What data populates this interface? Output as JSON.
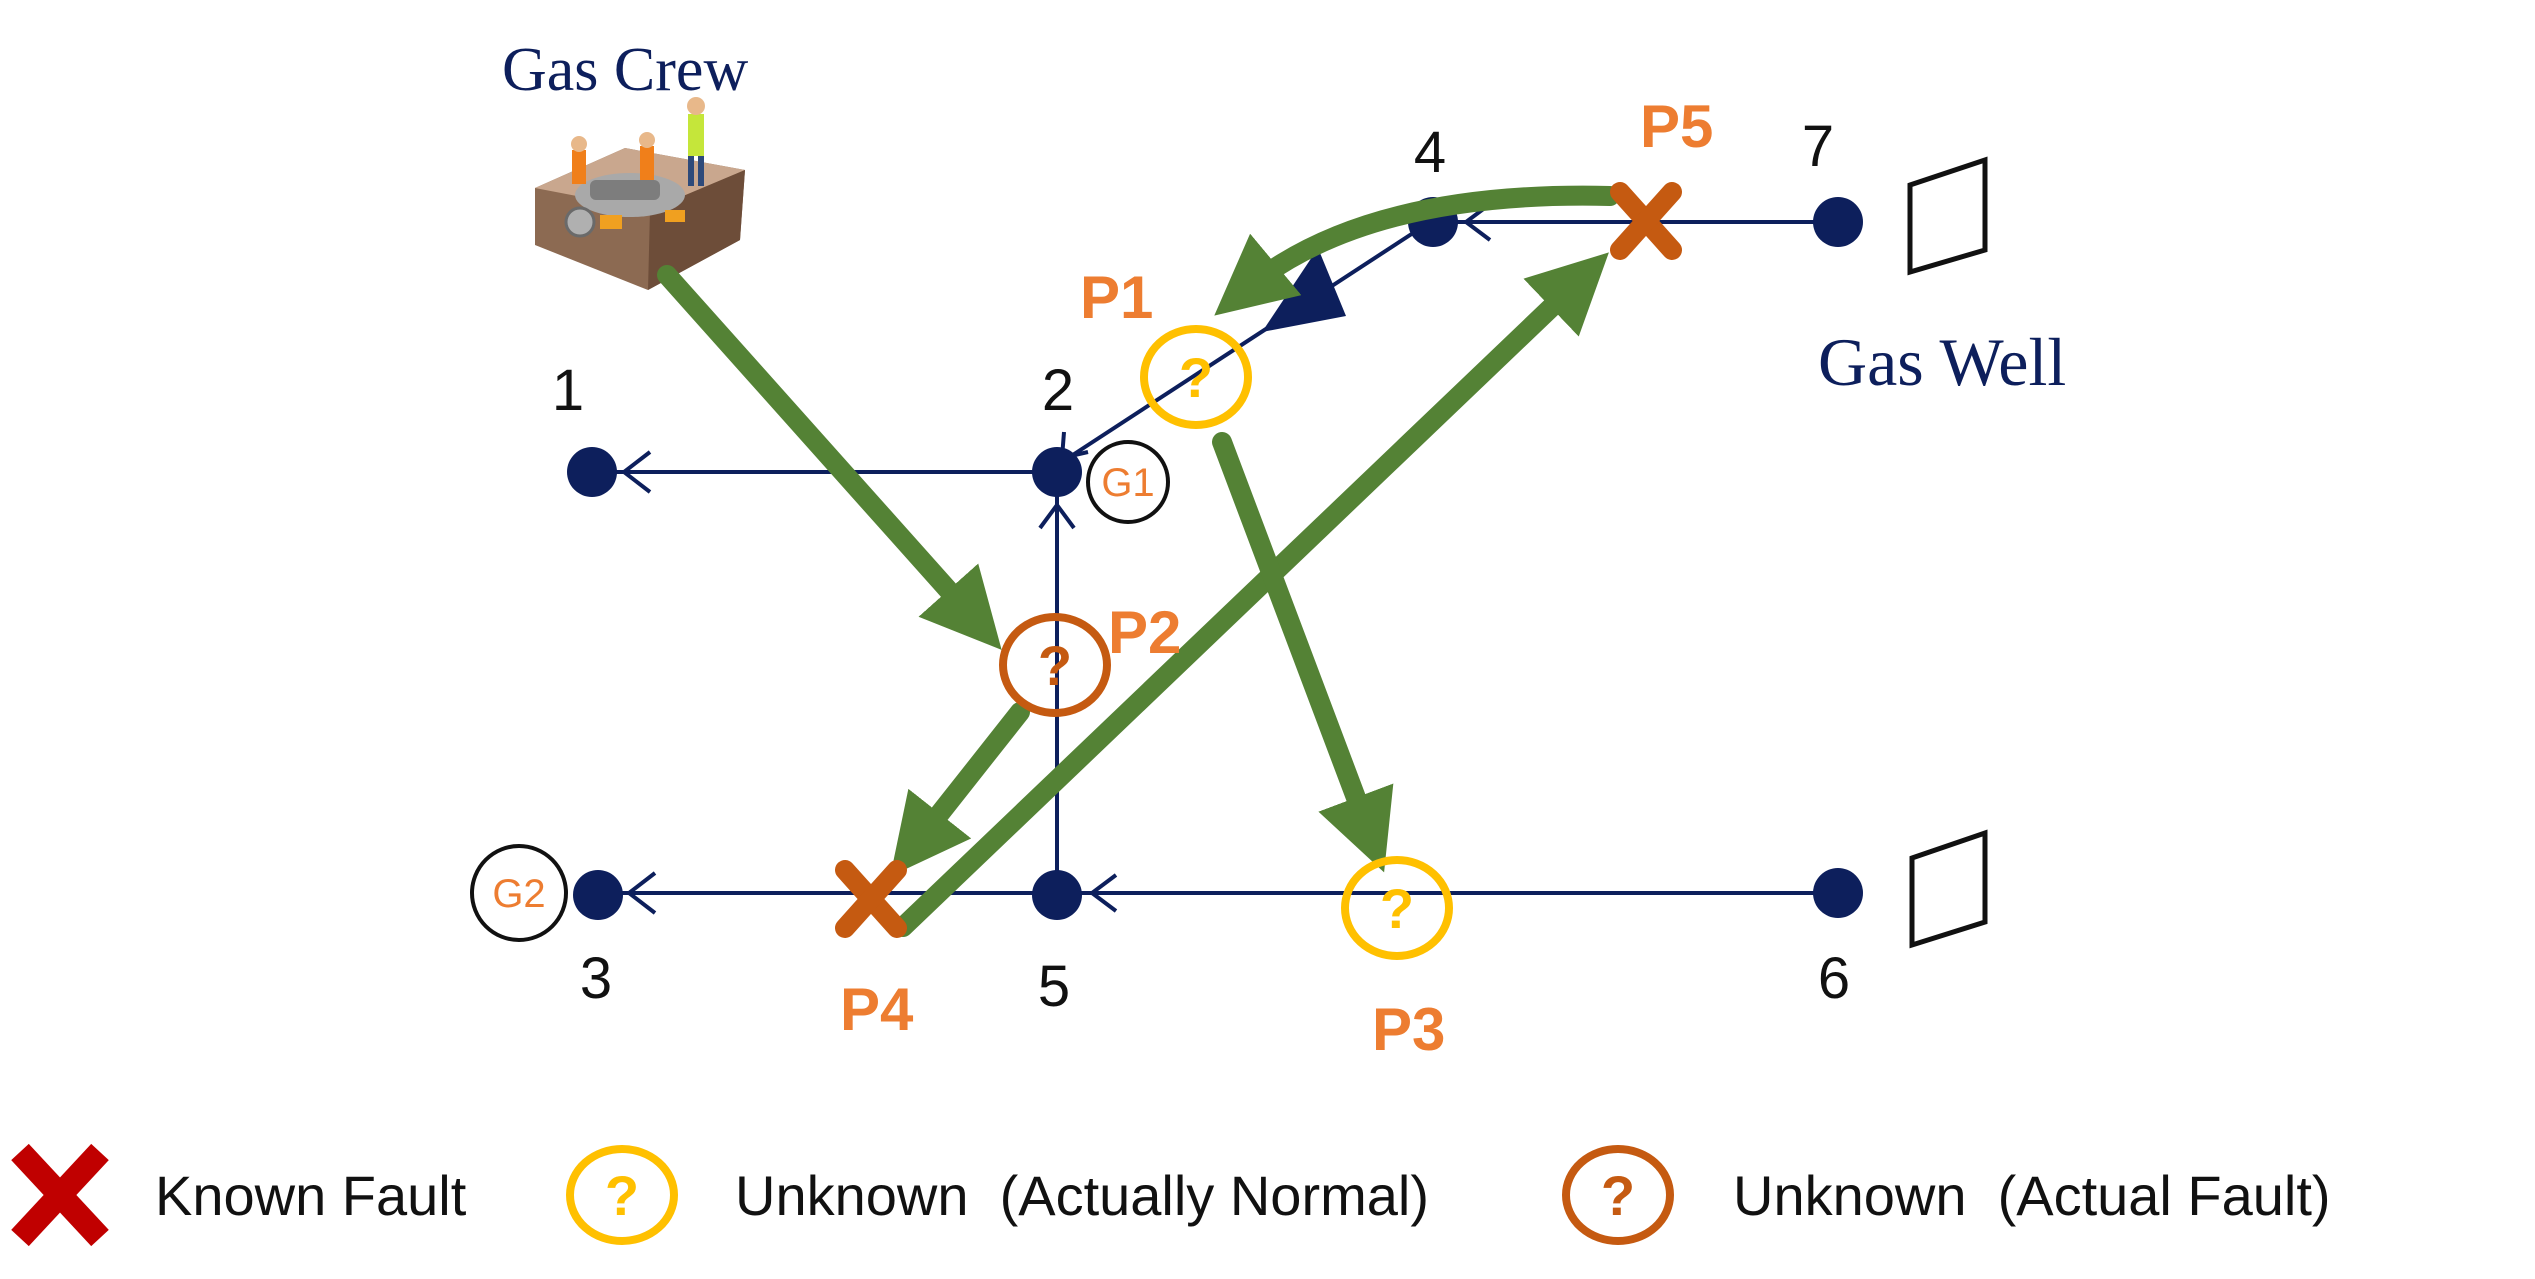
{
  "labels": {
    "gas_crew": "Gas Crew",
    "gas_well": "Gas Well",
    "generator_1": "G1",
    "generator_2": "G2"
  },
  "nodes": {
    "n1": "1",
    "n2": "2",
    "n3": "3",
    "n4": "4",
    "n5": "5",
    "n6": "6",
    "n7": "7"
  },
  "points": {
    "p1": "P1",
    "p2": "P2",
    "p3": "P3",
    "p4": "P4",
    "p5": "P5",
    "unknown_mark": "?"
  },
  "legend": {
    "known_fault": "Known Fault",
    "unknown_normal": "Unknown  (Actually Normal)",
    "unknown_fault": "Unknown  (Actual Fault)",
    "unknown_mark": "?"
  },
  "colors": {
    "pipe": "#0d1f5c",
    "node": "#0d1f5c",
    "route": "#548235",
    "fault": "#c55a11",
    "known_fault_legend": "#c00000",
    "unknown_normal": "#ffc000",
    "unknown_fault": "#c55a11",
    "point_label": "#ed7d31",
    "text_dark": "#0d1f5c"
  },
  "icons": {
    "crew": "gas-crew-icon",
    "well": "gas-well-icon",
    "compressor": "compressor-icon"
  }
}
